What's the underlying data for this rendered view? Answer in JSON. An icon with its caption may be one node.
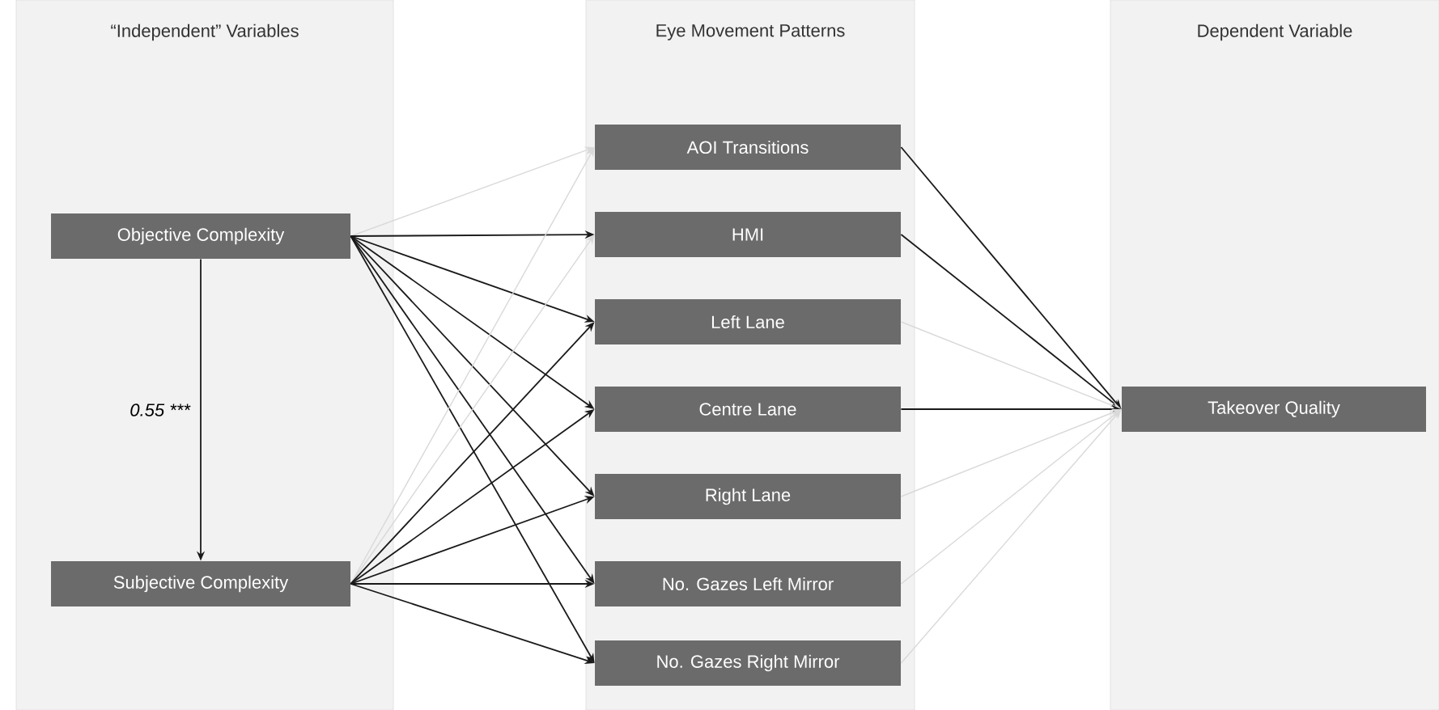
{
  "diagram": {
    "nodes": [
      {
        "text": [
          "“Independent” Variables"
        ]
      },
      {
        "text": [
          "Objective Complexity"
        ],
        "in": 0
      },
      {
        "text": [
          "Subjective Complexity"
        ],
        "in": 0
      },
      {
        "text": [
          "Eye Movement Patterns"
        ]
      },
      {
        "text": [
          "AOI Transitions"
        ],
        "in": 3
      },
      {
        "text": [
          "HMI"
        ],
        "in": 3
      },
      {
        "text": [
          "Left Lane"
        ],
        "in": 3
      },
      {
        "text": [
          "Centre Lane"
        ],
        "in": 3
      },
      {
        "text": [
          "Right Lane"
        ],
        "in": 3
      },
      {
        "text": [
          "No. Gazes Left Mirror"
        ],
        "in": 3
      },
      {
        "text": [
          "No. Gazes Right Mirror"
        ],
        "in": 3
      },
      {
        "text": [
          "Dependent Variable"
        ]
      },
      {
        "text": [
          "Takeover Quality"
        ],
        "in": 11
      }
    ],
    "edges": [
      {
        "from": 1,
        "to": 2,
        "arrow": "to",
        "label": "0.55 ***"
      },
      {
        "from": 1,
        "to": 4,
        "arrow": "to",
        "color": "#d9d9d9"
      },
      {
        "from": 1,
        "to": 5,
        "arrow": "to"
      },
      {
        "from": 1,
        "to": 6,
        "arrow": "to"
      },
      {
        "from": 1,
        "to": 7,
        "arrow": "to"
      },
      {
        "from": 1,
        "to": 8,
        "arrow": "to"
      },
      {
        "from": 1,
        "to": 9,
        "arrow": "to"
      },
      {
        "from": 1,
        "to": 10,
        "arrow": "to"
      },
      {
        "from": 2,
        "to": 4,
        "arrow": "to",
        "color": "#d9d9d9"
      },
      {
        "from": 2,
        "to": 5,
        "arrow": "to",
        "color": "#d9d9d9"
      },
      {
        "from": 2,
        "to": 6,
        "arrow": "to"
      },
      {
        "from": 2,
        "to": 7,
        "arrow": "to"
      },
      {
        "from": 2,
        "to": 8,
        "arrow": "to"
      },
      {
        "from": 2,
        "to": 9,
        "arrow": "to"
      },
      {
        "from": 2,
        "to": 10,
        "arrow": "to"
      },
      {
        "from": 4,
        "to": 12,
        "arrow": "to"
      },
      {
        "from": 5,
        "to": 12,
        "arrow": "to"
      },
      {
        "from": 6,
        "to": 12,
        "arrow": "to",
        "color": "#d9d9d9"
      },
      {
        "from": 7,
        "to": 12,
        "arrow": "to"
      },
      {
        "from": 8,
        "to": 12,
        "arrow": "to",
        "color": "#d9d9d9"
      },
      {
        "from": 9,
        "to": 12,
        "arrow": "to",
        "color": "#d9d9d9"
      },
      {
        "from": 10,
        "to": 12,
        "arrow": "to",
        "color": "#d9d9d9"
      }
    ]
  }
}
